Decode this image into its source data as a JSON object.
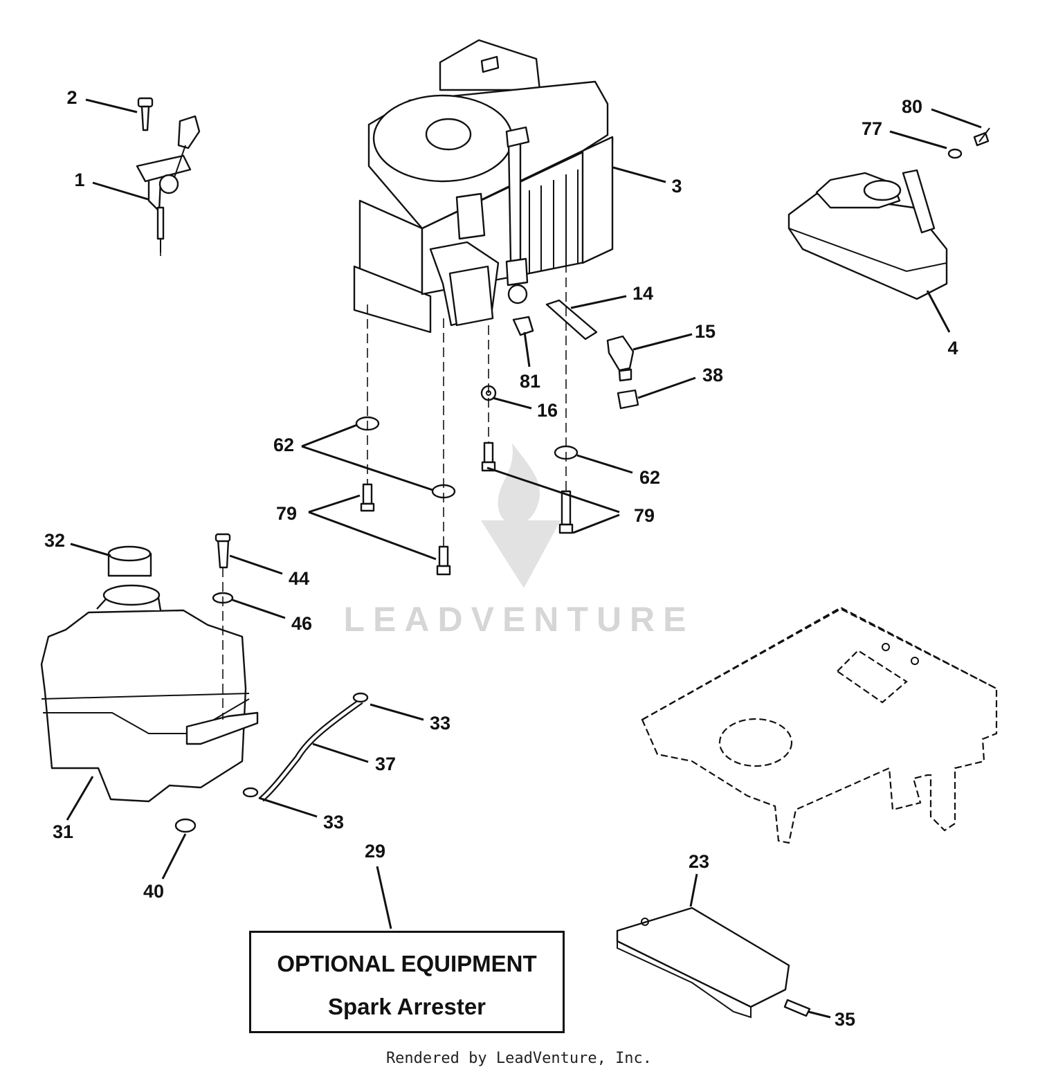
{
  "watermark": {
    "text": "LEADVENTURE",
    "color": "#d6d6d6"
  },
  "optional_equipment": {
    "title": "OPTIONAL EQUIPMENT",
    "subtitle": "Spark Arrester"
  },
  "footer": "Rendered by LeadVenture, Inc.",
  "callouts": {
    "throttle_control_1": "1",
    "screw_2": "2",
    "engine_3": "3",
    "muffler_4": "4",
    "fuel_line_14": "14",
    "elbow_15": "15",
    "washer_16": "16",
    "heat_shield_23": "23",
    "spark_arrester_29": "29",
    "fuel_tank_31": "31",
    "fuel_cap_32": "32",
    "clamp_33_upper": "33",
    "clamp_33_lower": "33",
    "screw_35": "35",
    "fuel_hose_37": "37",
    "plug_38": "38",
    "bushing_40": "40",
    "screw_44": "44",
    "washer_46": "46",
    "washer_62_left": "62",
    "washer_62_right": "62",
    "washer_77": "77",
    "bolt_79_left": "79",
    "bolt_79_right": "79",
    "screw_80": "80",
    "nut_81": "81"
  }
}
